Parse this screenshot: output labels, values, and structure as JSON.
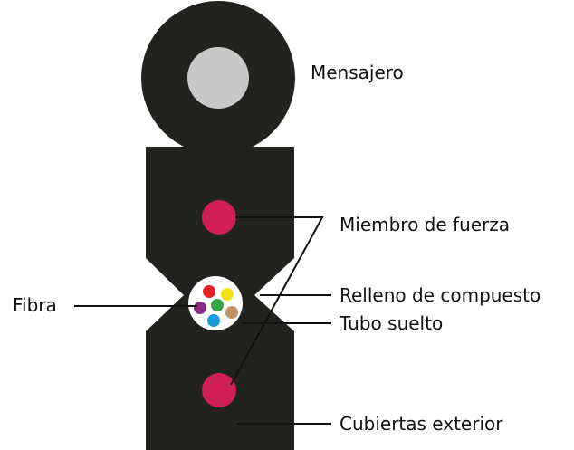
{
  "labels": {
    "messenger": "Mensajero",
    "strength_member": "Miembro de fuerza",
    "fiber": "Fibra",
    "filling_compound": "Relleno de compuesto",
    "loose_tube": "Tubo suelto",
    "outer_jacket": "Cubiertas exterior"
  },
  "colors": {
    "jacket": "#22221f",
    "messenger_core": "#c8c8c8",
    "strength_member": "#d01f55",
    "tube_fill": "#ffffff",
    "fiber_red": "#e32026",
    "fiber_yellow": "#f3e11c",
    "fiber_green": "#35a446",
    "fiber_purple": "#8b2a82",
    "fiber_blue": "#1a9ad6",
    "fiber_brown": "#c2936a",
    "leader_line": "#111111"
  }
}
